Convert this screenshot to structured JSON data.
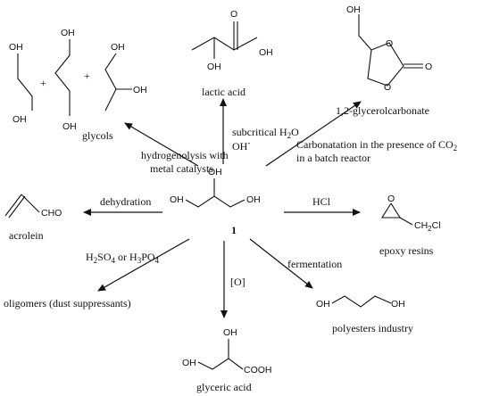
{
  "center": {
    "number": "1"
  },
  "atoms": {
    "oh": "OH",
    "o": "O",
    "cho": "CHO",
    "cl": "Cl",
    "ch2": "CH",
    "sub2": "2",
    "cooh": "COOH"
  },
  "plus": "+",
  "products": {
    "glycols": "glycols",
    "lactic_acid": "lactic acid",
    "glycerolcarbonate": "1,2-glycerolcarbonate",
    "acrolein": "acrolein",
    "epoxy_resins": "epoxy resins",
    "oligomers": "oligomers (dust suppressants)",
    "polyesters": "polyesters industry",
    "glyceric_acid": "glyceric acid"
  },
  "conditions": {
    "hydrogenolysis_line1": "hydrogenolysis with",
    "hydrogenolysis_line2": "metal catalysts",
    "subcritical_prefix": "subcritical H",
    "subcritical_sub": "2",
    "subcritical_suffix": "O",
    "hydroxide": "OH",
    "hydroxide_sup": "-",
    "carbonatation_line1": "Carbonatation in the presence of CO",
    "carbonatation_sub": "2",
    "carbonatation_line2": "in a batch reactor",
    "dehydration": "dehydration",
    "hcl": "HCl",
    "acid_h": "H",
    "acid_sub1": "2",
    "acid_so": "SO",
    "acid_sub2": "4",
    "acid_or": " or H",
    "acid_sub3": "3",
    "acid_po": "PO",
    "acid_sub4": "4",
    "oxidation": "[O]",
    "fermentation": "fermentation"
  }
}
